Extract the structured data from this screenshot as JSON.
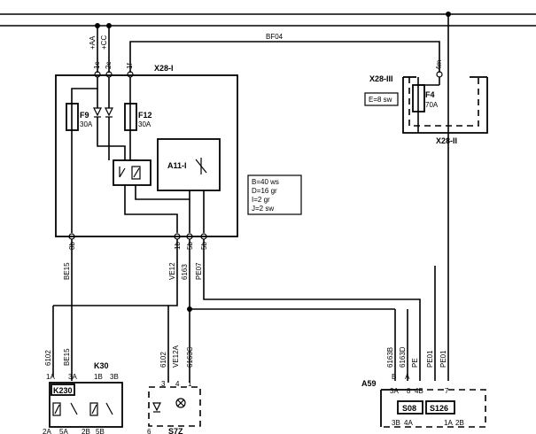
{
  "top_supplies": [
    "+AA",
    "+CC"
  ],
  "wire_top": "BF04",
  "connectors": {
    "x28i": "X28-I",
    "x28iii": "X28-III",
    "x28ii": "X28-II",
    "a11i": "A11-I",
    "a59": "A59",
    "k30": "K30",
    "k230": "K230",
    "s7z": "S7Z",
    "s08": "S08",
    "s126": "S126"
  },
  "fuses": {
    "f9": {
      "name": "F9",
      "rating": "30A"
    },
    "f12": {
      "name": "F12",
      "rating": "30A"
    },
    "f4": {
      "name": "F4",
      "rating": "70A"
    }
  },
  "x28i_pins": [
    "1c",
    "2c",
    "1f",
    "8b",
    "1b",
    "5b",
    "5b"
  ],
  "x28iii_pin": "4m",
  "x28iii_legend": "E=8 sw",
  "color_legend": [
    "B=40 ws",
    "D=16 gr",
    "I=2 gr",
    "J=2 sw"
  ],
  "wire_labels": [
    "BE15",
    "VE12",
    "6163",
    "PE07",
    "6102",
    "BE15",
    "6102",
    "VE12A",
    "6163C",
    "6163B",
    "6163D",
    "PE",
    "PE01",
    "PE01"
  ],
  "k30_pins": [
    "1A",
    "3A",
    "1B",
    "3B",
    "2A",
    "5A",
    "2B",
    "5B"
  ],
  "s7z_pins": [
    "3",
    "4",
    "1",
    "6"
  ],
  "a59_pins": [
    "B",
    "A",
    "8",
    "4B",
    "7",
    "3A",
    "4A",
    "3B",
    "1A",
    "2B"
  ]
}
